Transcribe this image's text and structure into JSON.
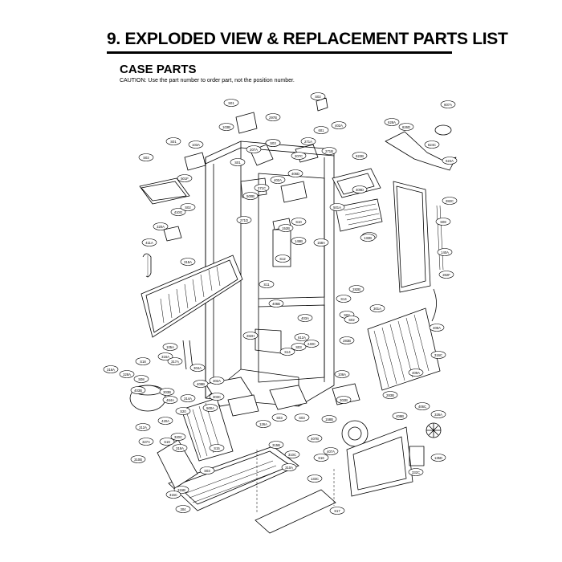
{
  "header": {
    "title": "9. EXPLODED VIEW & REPLACEMENT PARTS LIST"
  },
  "section": {
    "title": "CASE PARTS",
    "caution": "CAUTION: Use the part number to order part, not the position number."
  },
  "labels": [
    "S01",
    "103B",
    "S03",
    "297B",
    "S02",
    "402A",
    "601",
    "607A",
    "S01",
    "103A",
    "207A",
    "S03",
    "271A",
    "271B",
    "628A",
    "626D",
    "S02",
    "501F",
    "S01",
    "207C",
    "622B",
    "624C",
    "624A",
    "410G",
    "S02",
    "402A",
    "406D",
    "409D",
    "501A",
    "282C",
    "271C",
    "500B",
    "S10",
    "S08",
    "320A",
    "271D",
    "152B",
    "S11",
    "158A",
    "140A",
    "411A",
    "145B",
    "132B",
    "315A",
    "S12",
    "282F",
    "S11",
    "282B",
    "S14",
    "406A",
    "301A",
    "S02",
    "406B",
    "S02",
    "403A",
    "282H",
    "612A",
    "S03",
    "105A",
    "316A",
    "S14",
    "240C",
    "283B",
    "316C",
    "S18",
    "317A",
    "304A",
    "316A",
    "328A",
    "106A",
    "409A",
    "S08",
    "302A",
    "409B",
    "303B",
    "403B",
    "314A",
    "302B",
    "283B",
    "464A",
    "S20",
    "303C",
    "500A",
    "S03",
    "158B",
    "406C",
    "420A",
    "320C",
    "126A",
    "S03",
    "409B",
    "326A",
    "312A",
    "407B",
    "327A",
    "S19",
    "319A",
    "S15",
    "315B",
    "407A",
    "S16",
    "135D",
    "310B",
    "310C",
    "310A",
    "S03",
    "332C",
    "133C",
    "315B",
    "S17",
    "304",
    "315C"
  ]
}
